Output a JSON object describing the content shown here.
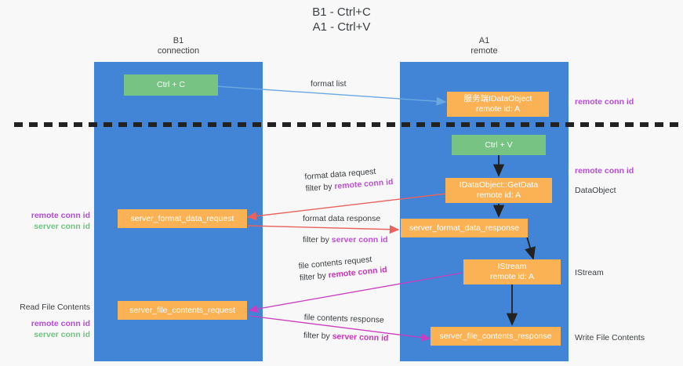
{
  "title": "B1 - Ctrl+C\nA1 - Ctrl+V",
  "colors": {
    "lane": "#4285d6",
    "green_node": "#77c383",
    "orange_node": "#fbb255",
    "purple_text": "#b44cd6",
    "green_text": "#71c383",
    "red_arrow": "#e8635e",
    "magenta_arrow": "#c93ec0",
    "blue_arrow": "#69a8e0",
    "black_arrow": "#222222",
    "background": "#f8f8f8"
  },
  "lanes": [
    {
      "id": "b1",
      "name": "B1",
      "role": "connection",
      "header": "B1\nconnection"
    },
    {
      "id": "a1",
      "name": "A1",
      "role": "remote",
      "header": "A1\nremote"
    }
  ],
  "nodes": [
    {
      "id": "ctrl-c",
      "label": "Ctrl + C",
      "color": "green"
    },
    {
      "id": "idataobject-remote",
      "label": "服务端IDataObject\nremote id: A",
      "color": "orange"
    },
    {
      "id": "ctrl-v",
      "label": "Ctrl + V",
      "color": "green"
    },
    {
      "id": "idataobject-getdata",
      "label": "IDataObject::GetData\nremote id: A",
      "color": "orange"
    },
    {
      "id": "server-format-data-request",
      "label": "server_format_data_request",
      "color": "orange"
    },
    {
      "id": "server-format-data-response",
      "label": "server_format_data_response",
      "color": "orange"
    },
    {
      "id": "istream",
      "label": "IStream\nremote id: A",
      "color": "orange"
    },
    {
      "id": "server-file-contents-request",
      "label": "server_file_contents_request",
      "color": "orange"
    },
    {
      "id": "server-file-contents-response",
      "label": "server_file_contents_response",
      "color": "orange"
    }
  ],
  "edges": [
    {
      "id": "format-list",
      "line1_plain": "format list",
      "line2_plain": "",
      "line2_hl": ""
    },
    {
      "id": "format-data-request",
      "line1_plain": "format data request",
      "line2_plain": "filter by ",
      "line2_hl": "remote conn id"
    },
    {
      "id": "format-data-response",
      "line1_plain": "format data response",
      "line2_plain": "filter by ",
      "line2_hl": "server conn id"
    },
    {
      "id": "file-contents-request",
      "line1_plain": "file contents request",
      "line2_plain": "filter by ",
      "line2_hl": "remote conn id"
    },
    {
      "id": "file-contents-response",
      "line1_plain": "file contents response",
      "line2_plain": "filter by ",
      "line2_hl": "server conn id"
    }
  ],
  "right_annotations": [
    {
      "id": "right-remote-conn-id-top",
      "purple": "remote conn id",
      "plain": ""
    },
    {
      "id": "right-remote-conn-id-mid",
      "purple": "remote conn id",
      "plain": ""
    },
    {
      "id": "right-dataobject",
      "purple": "",
      "plain": "DataObject"
    },
    {
      "id": "right-istream",
      "purple": "",
      "plain": "IStream"
    },
    {
      "id": "right-write-file-contents",
      "purple": "",
      "plain": "Write File Contents"
    }
  ],
  "left_annotations": [
    {
      "id": "left-conn-ids-format",
      "plain": "",
      "purple": "remote conn id",
      "green": "server conn id"
    },
    {
      "id": "left-read-file",
      "plain": "Read File Contents",
      "purple": "remote conn id",
      "green": "server conn id"
    }
  ]
}
